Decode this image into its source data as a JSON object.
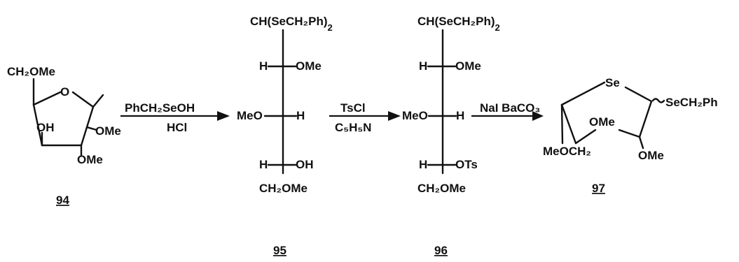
{
  "compounds": {
    "c94": {
      "number": "94",
      "ch2ome": "CH₂OMe",
      "ring_o": "O",
      "oh": "OH",
      "ome_right": "OMe",
      "ome_bottom": "OMe"
    },
    "c95": {
      "number": "95",
      "top": "CH(SeCH₂Ph)",
      "top_sub": "2",
      "r1_left": "H",
      "r1_right": "OMe",
      "r2_left": "MeO",
      "r2_right": "H",
      "r3_left": "H",
      "r3_right": "OH",
      "bottom": "CH₂OMe"
    },
    "c96": {
      "number": "96",
      "top": "CH(SeCH₂Ph)",
      "top_sub": "2",
      "r1_left": "H",
      "r1_right": "OMe",
      "r2_left": "MeO",
      "r2_right": "H",
      "r3_left": "H",
      "r3_right": "OTs",
      "bottom": "CH₂OMe"
    },
    "c97": {
      "number": "97",
      "ring_se": "Se",
      "sech2ph": "SeCH₂Ph",
      "ome_inner": "OMe",
      "ome_right": "OMe",
      "meoch2": "MeOCH₂"
    }
  },
  "arrows": [
    {
      "above": "PhCH₂SeOH",
      "below": "HCl"
    },
    {
      "above": "TsCl",
      "below": "C₅H₅N"
    },
    {
      "above": "NaI BaCO₃",
      "below": ""
    }
  ]
}
